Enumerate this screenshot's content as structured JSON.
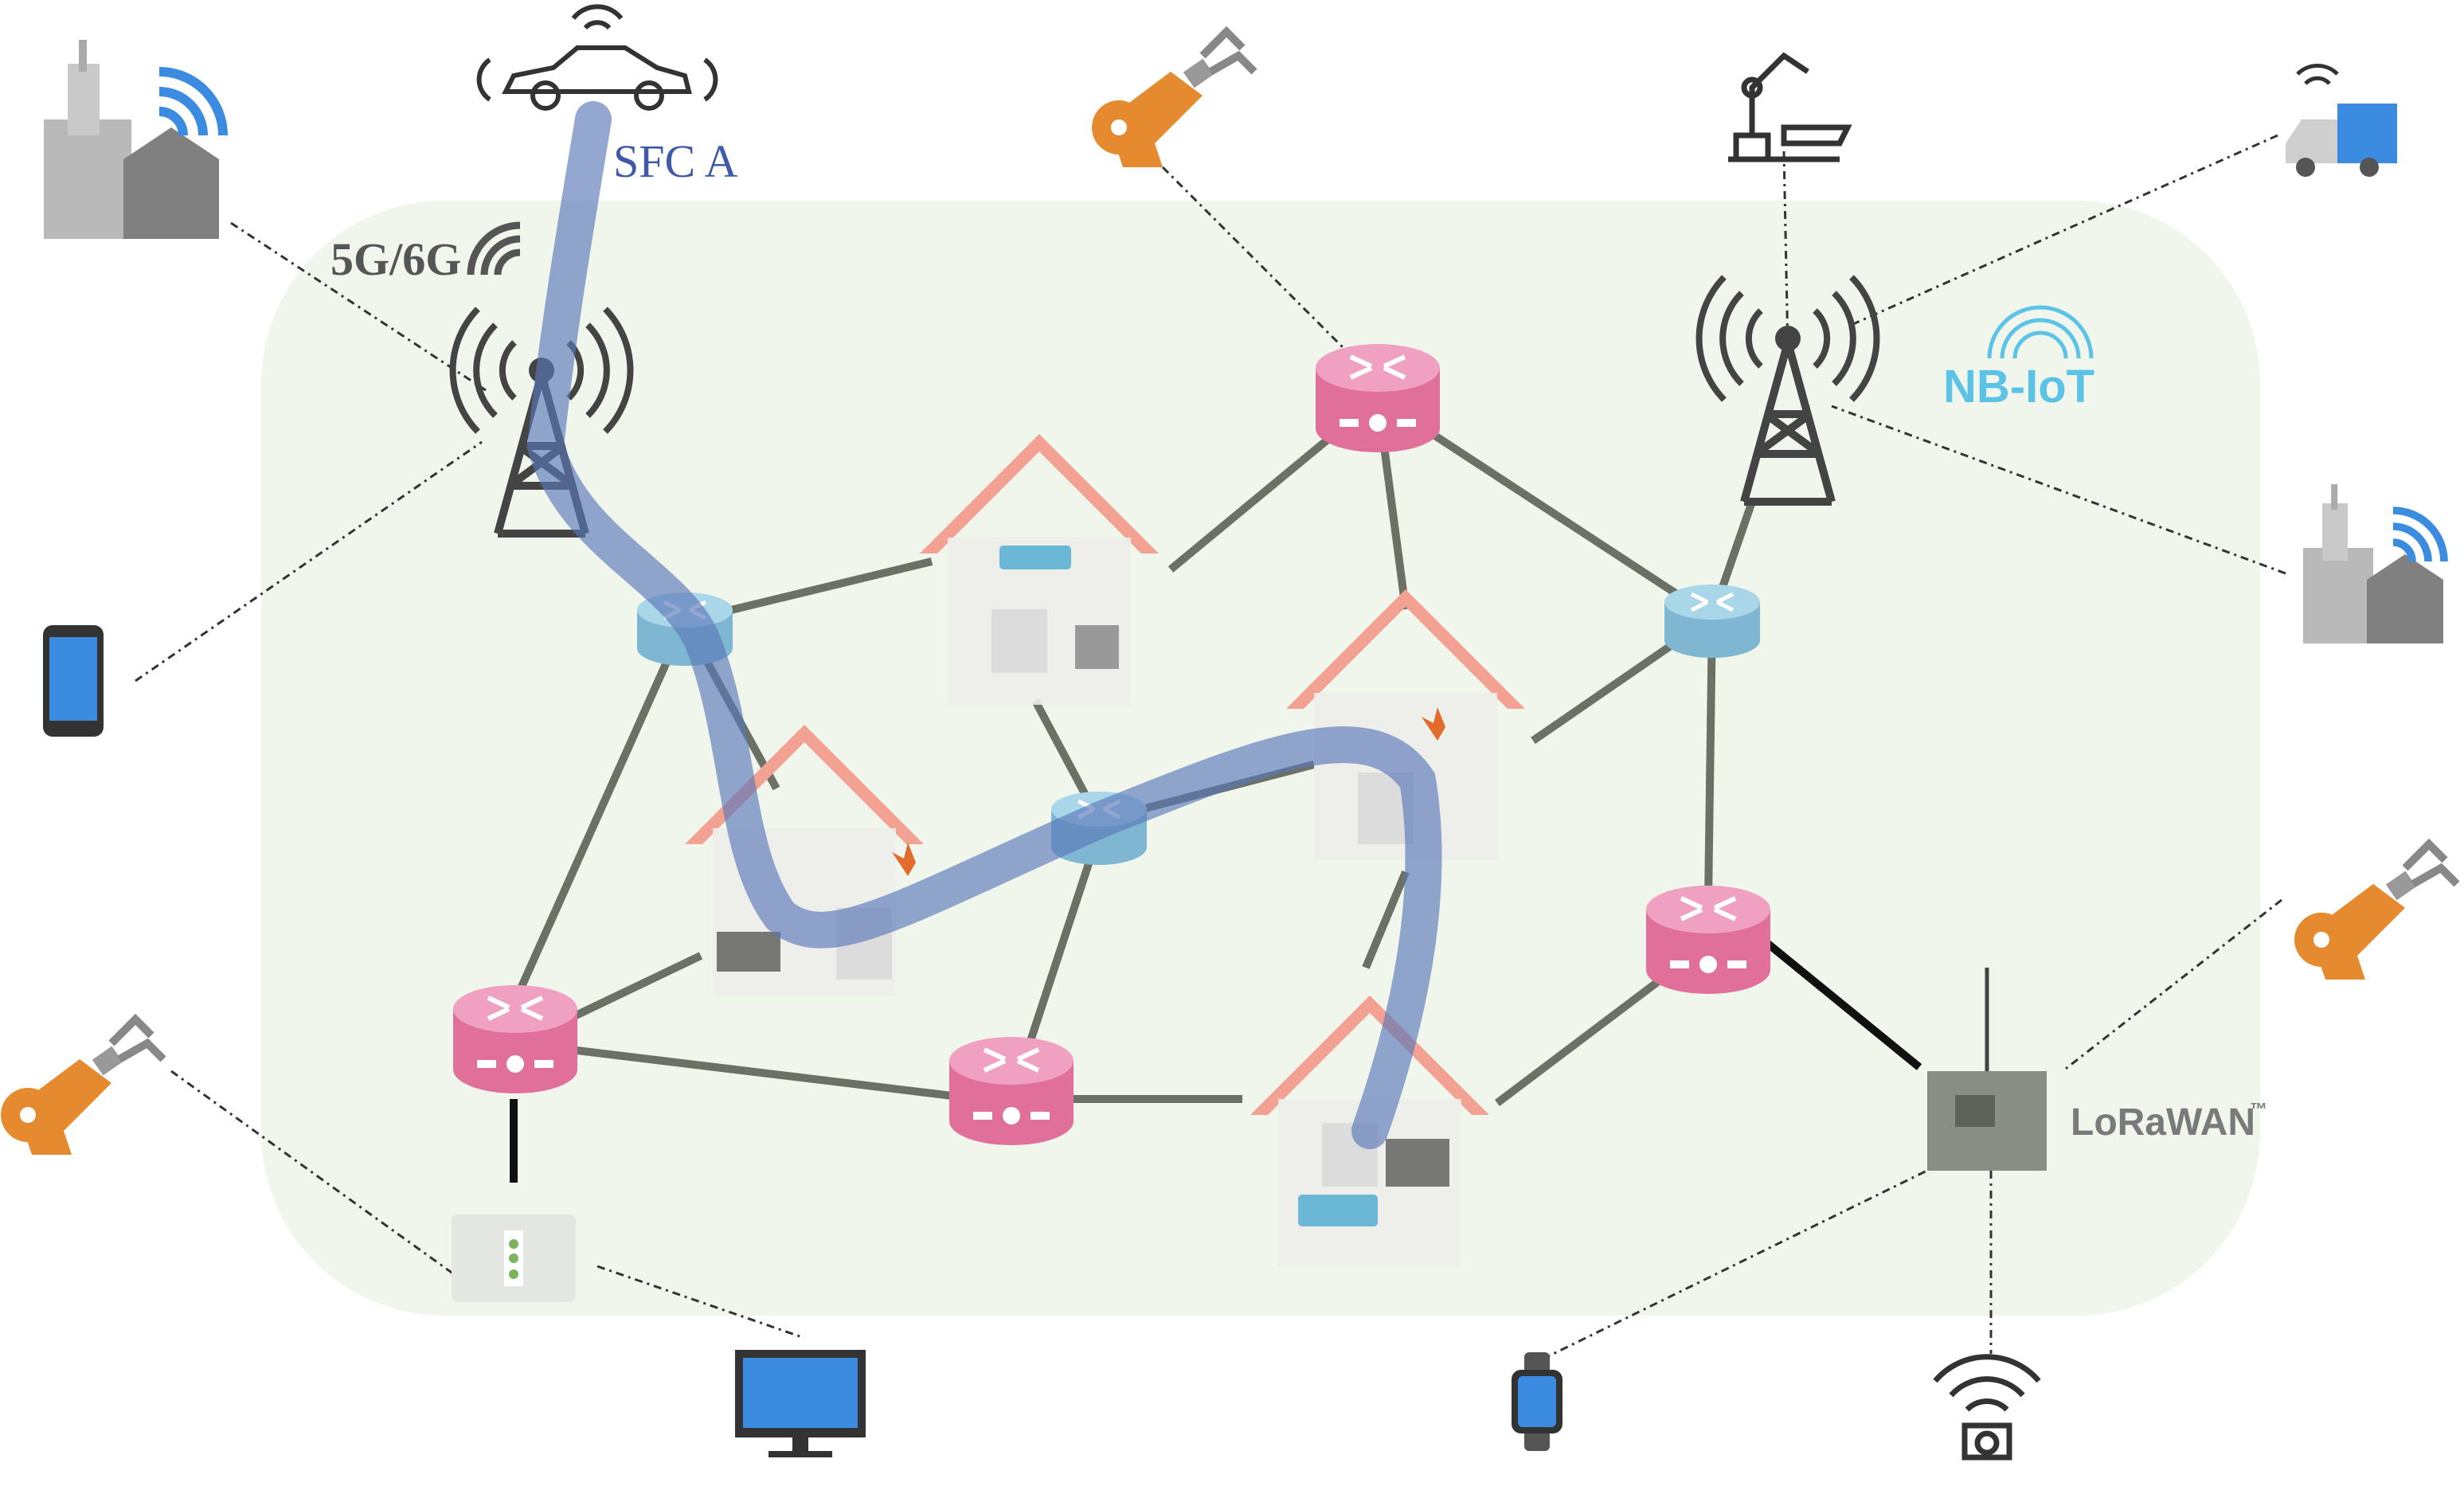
{
  "labels": {
    "sfc": "SFC A",
    "tech_5g": "5G/6G",
    "nb_iot": "NB-IoT",
    "lorawan": "LoRaWAN",
    "lorawan_tm": "™"
  },
  "colors": {
    "region": "#f0f6ec",
    "link": "#6b7165",
    "sfc_path": "#5b78b8",
    "router_pink": "#e0709a",
    "router_blue": "#8cc4dc",
    "house_roof": "#f4a89c",
    "robot_orange": "#e58a2e",
    "wireless_blue": "#3b8be0"
  },
  "devices": {
    "icons": [
      "car-icon",
      "factory-icon",
      "robot-arm-icon",
      "truck-icon",
      "smartphone-icon",
      "monitor-icon",
      "smartwatch-icon",
      "camera-icon",
      "server-icon",
      "lora-gateway-icon"
    ]
  }
}
